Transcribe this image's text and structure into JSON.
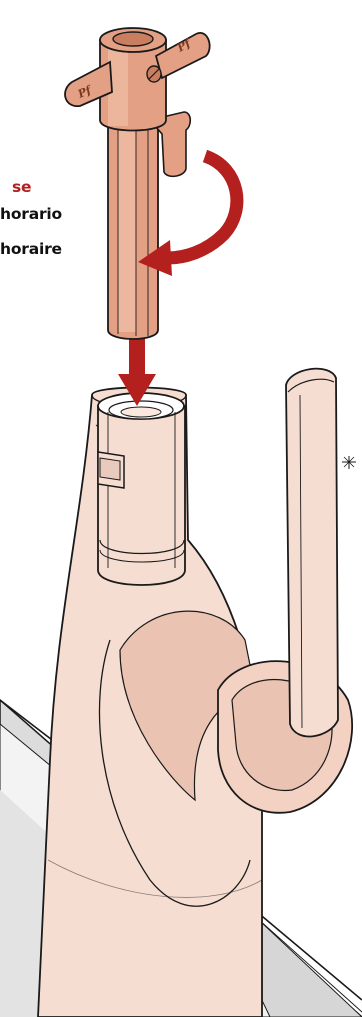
{
  "labels": {
    "english_partial": "se",
    "spanish_partial": "horario",
    "french_partial": "horaire"
  },
  "brand_marks": [
    "Pf",
    "Pf"
  ],
  "colors": {
    "tool_fill": "#e4a084",
    "tool_light": "#f0bfa8",
    "tool_shade": "#c97e60",
    "faucet_fill": "#f6ddd1",
    "faucet_shade": "#eac3b2",
    "arrow_red": "#b3201e",
    "label_red": "#b3201e",
    "outline": "#1a1a1a",
    "counter_fill": "#dcdcdc",
    "counter_edge": "#f6f6f6"
  },
  "icons": {
    "rotate_arrow": "curved-clockwise-arrow-icon",
    "insert_arrow": "down-arrow-icon",
    "sparkle": "sparkle-icon"
  }
}
